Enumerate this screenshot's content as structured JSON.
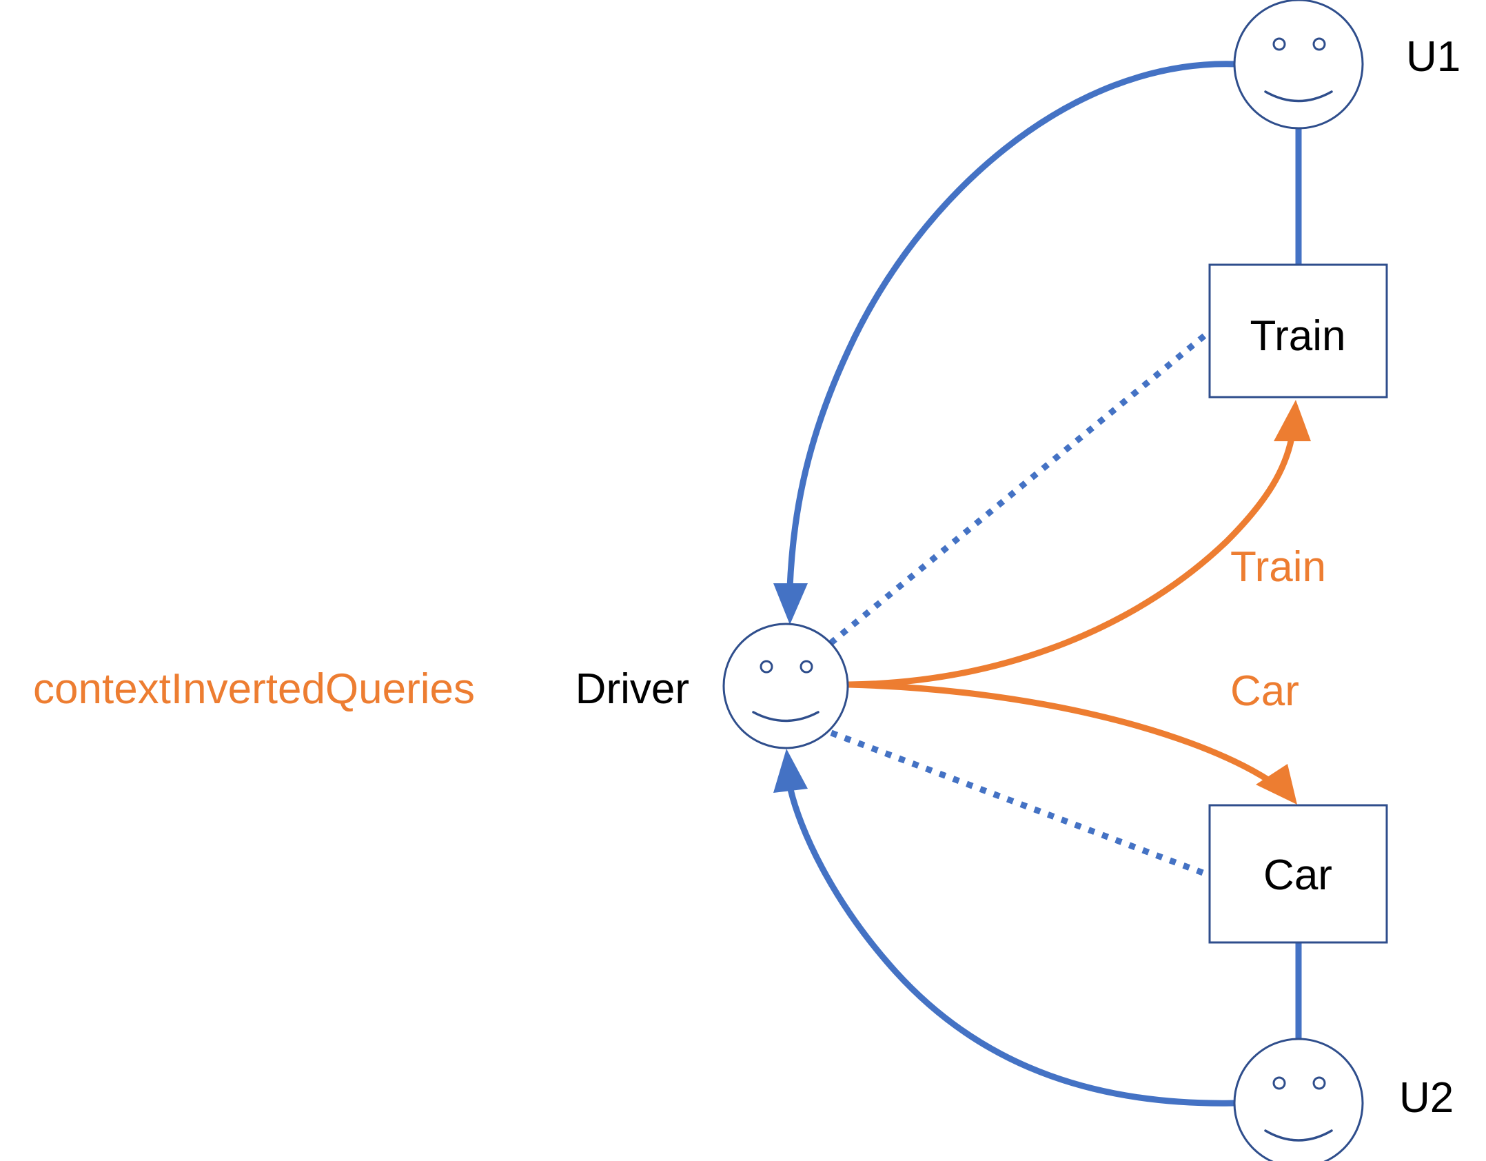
{
  "nodes": {
    "driver": {
      "label": "Driver",
      "kind": "person"
    },
    "u1": {
      "label": "U1",
      "kind": "person"
    },
    "u2": {
      "label": "U2",
      "kind": "person"
    },
    "train": {
      "label": "Train",
      "kind": "box"
    },
    "car": {
      "label": "Car",
      "kind": "box"
    }
  },
  "edge_labels": {
    "train": "Train",
    "car": "Car"
  },
  "annotation": "contextInvertedQueries",
  "colors": {
    "blue": "#4472C4",
    "orange": "#ED7D31",
    "outline": "#2F4E8C"
  },
  "edges": [
    {
      "from": "u1",
      "to": "driver",
      "style": "solid-blue-arrow"
    },
    {
      "from": "u2",
      "to": "driver",
      "style": "solid-blue-arrow"
    },
    {
      "from": "u1",
      "to": "train",
      "style": "solid-blue-line"
    },
    {
      "from": "car",
      "to": "u2",
      "style": "solid-blue-line"
    },
    {
      "from": "driver",
      "to": "train",
      "style": "dotted-blue-line"
    },
    {
      "from": "driver",
      "to": "car",
      "style": "dotted-blue-line"
    },
    {
      "from": "driver",
      "to": "train",
      "style": "orange-arrow",
      "label": "Train"
    },
    {
      "from": "driver",
      "to": "car",
      "style": "orange-arrow",
      "label": "Car"
    }
  ]
}
